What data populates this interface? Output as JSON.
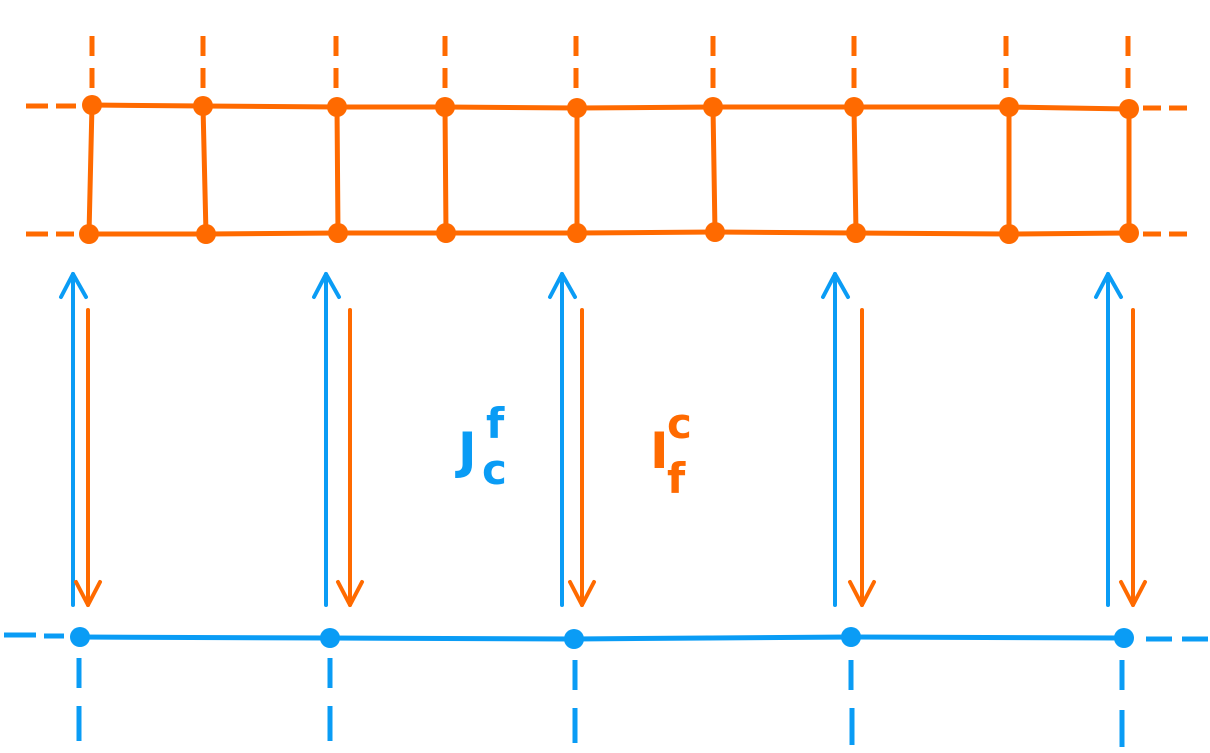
{
  "colors": {
    "fine_grid": "#FF6A00",
    "coarse_grid": "#0A9CF5",
    "background": "#FFFFFF"
  },
  "labels": {
    "prolongation": {
      "base": "J",
      "sup": "f",
      "sub": "c",
      "color": "#0A9CF5"
    },
    "restriction": {
      "base": "I",
      "sup": "c",
      "sub": "f",
      "color": "#FF6A00"
    }
  }
}
